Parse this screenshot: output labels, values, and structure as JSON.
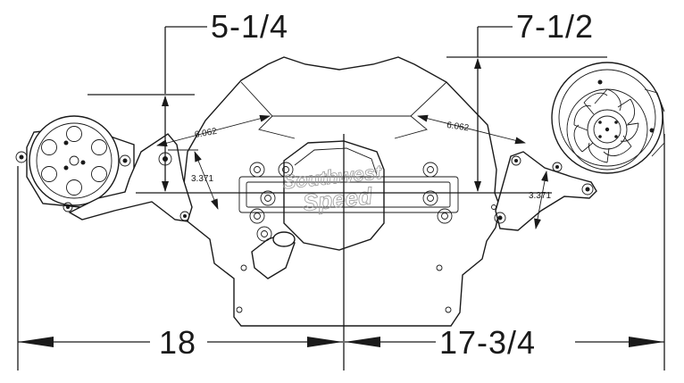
{
  "dimensions": {
    "top_left": "5-1/4",
    "top_right": "7-1/2",
    "bottom_left": "18",
    "bottom_right": "17-3/4",
    "diag_left": "6.062",
    "diag_right": "6.062",
    "small_left": "3.371",
    "small_right": "3.371"
  },
  "watermark": {
    "line1": "Southwest",
    "line2": "Speed"
  },
  "colors": {
    "ink": "#1a1a1a",
    "paper": "#ffffff",
    "watermark": "#9a9a9a"
  }
}
